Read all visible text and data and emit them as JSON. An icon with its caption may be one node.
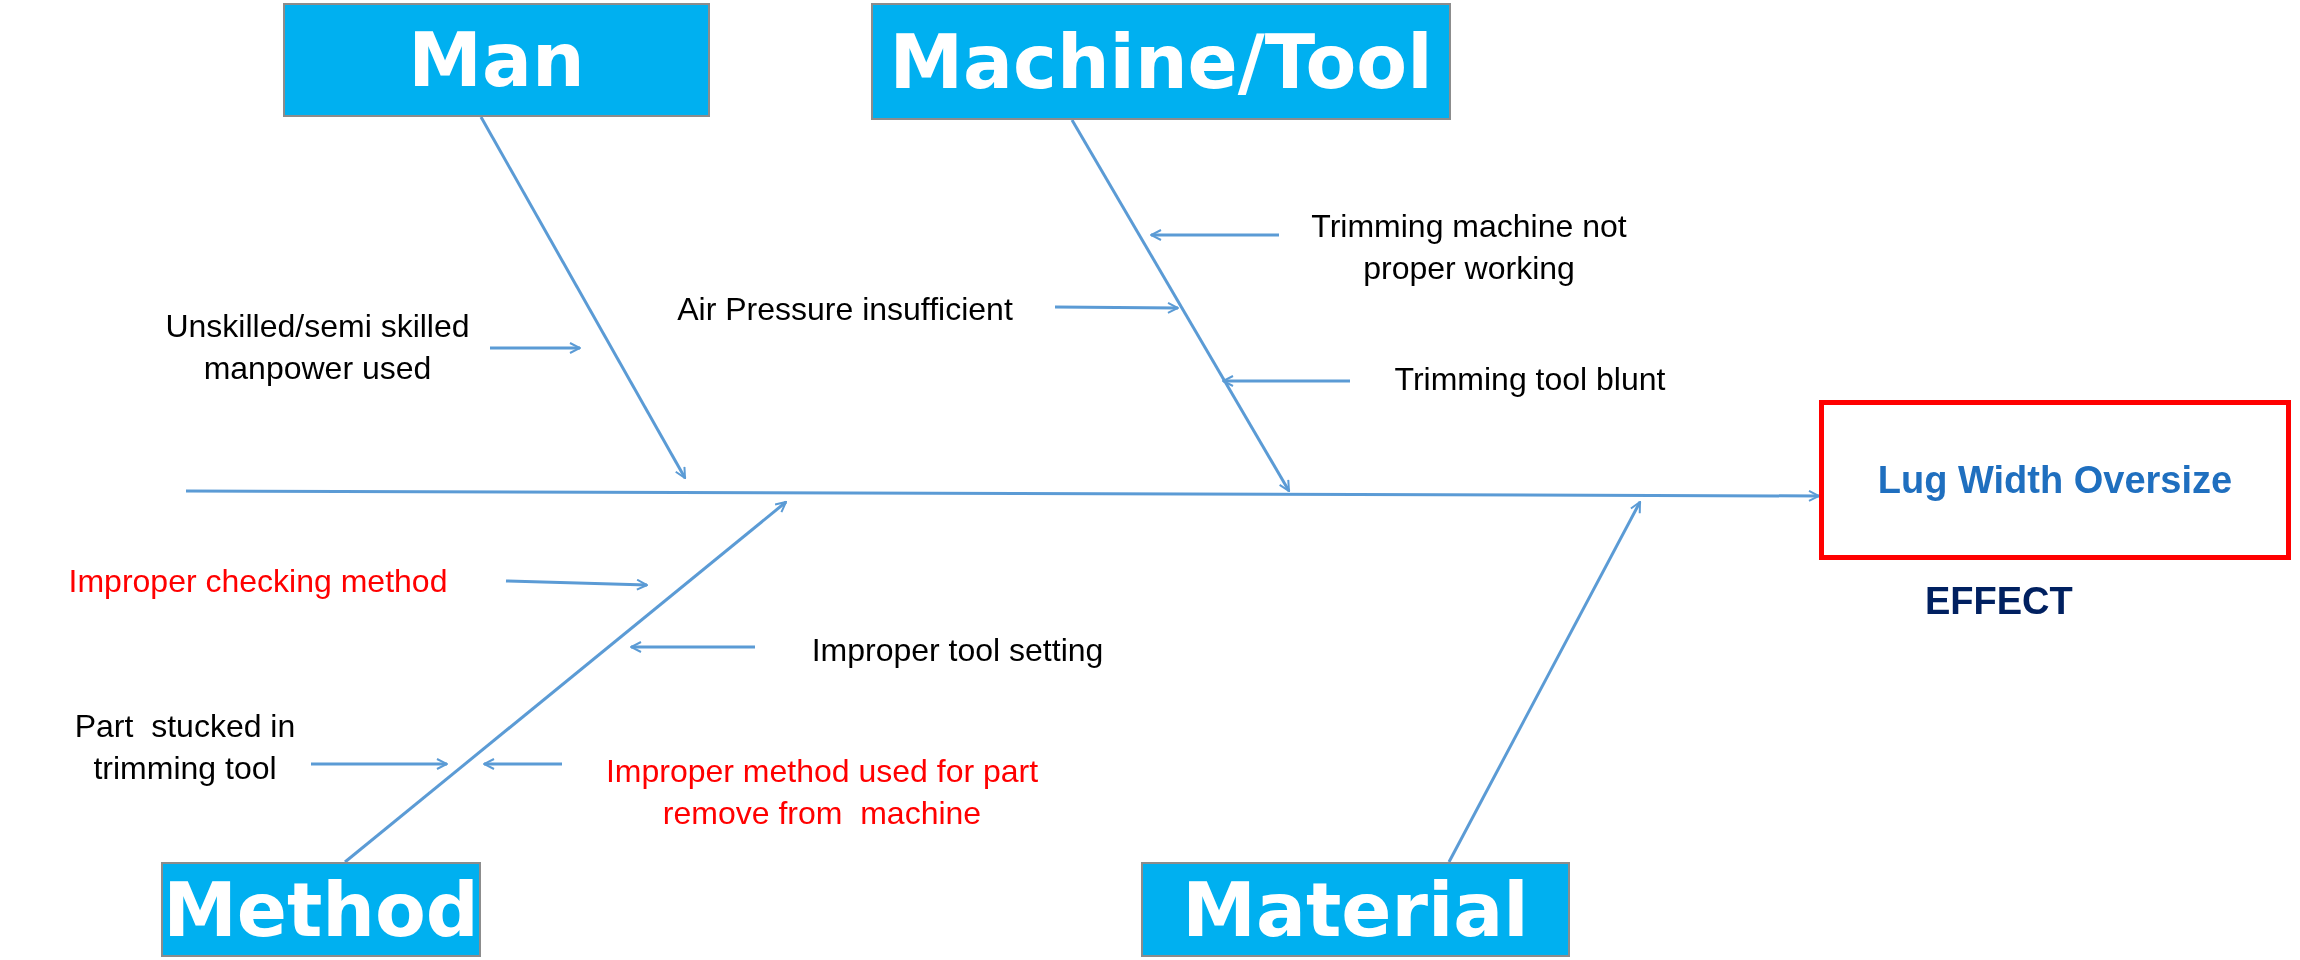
{
  "diagram": {
    "nodes": [
      {
        "text": [
          "Man"
        ]
      },
      {
        "text": [
          "Machine/Tool"
        ]
      },
      {
        "text": [
          "Unskilled/semi skilled manpower used"
        ]
      },
      {
        "text": [
          "Air Pressure insufficient"
        ]
      },
      {
        "text": [
          "Trimming machine not proper working"
        ]
      },
      {
        "text": [
          "Trimming tool blunt"
        ]
      },
      {
        "text": [
          "Lug Width Oversize"
        ],
        "beside": [
          "EFFECT"
        ]
      },
      {
        "text": [
          "Improper checking method"
        ]
      },
      {
        "text": [
          "Improper tool setting"
        ]
      },
      {
        "text": [
          "Part  stucked in trimming tool"
        ]
      },
      {
        "text": [
          "Improper method used for part remove from  machine"
        ]
      },
      {
        "text": [
          "Method"
        ]
      },
      {
        "text": [
          "Material"
        ]
      }
    ],
    "edges": [
      {
        "from": null,
        "to": 6,
        "arrow": "to"
      },
      {
        "from": 0,
        "to": null,
        "arrow": "to"
      },
      {
        "from": 1,
        "to": null,
        "arrow": "to"
      },
      {
        "from": 11,
        "to": null,
        "arrow": "to"
      },
      {
        "from": 12,
        "to": null,
        "arrow": "to"
      },
      {
        "from": 2,
        "to": null,
        "arrow": "to"
      },
      {
        "from": 3,
        "to": null,
        "arrow": "to"
      },
      {
        "from": 4,
        "to": null,
        "arrow": "to"
      },
      {
        "from": 5,
        "to": null,
        "arrow": "to"
      },
      {
        "from": 7,
        "to": null,
        "arrow": "to"
      },
      {
        "from": 8,
        "to": null,
        "arrow": "to"
      },
      {
        "from": 9,
        "to": null,
        "arrow": "to"
      },
      {
        "from": 10,
        "to": null,
        "arrow": "to"
      }
    ]
  }
}
